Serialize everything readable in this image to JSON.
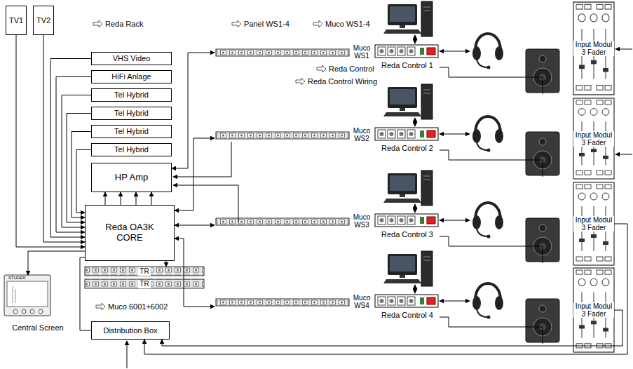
{
  "diagram": {
    "nodes": [
      {
        "text": [
          "TV1"
        ]
      },
      {
        "text": [
          "TV2"
        ]
      },
      {
        "text": [
          "VHS Video"
        ]
      },
      {
        "text": [
          "HiFi Anlage"
        ]
      },
      {
        "text": [
          "Tel Hybrid"
        ]
      },
      {
        "text": [
          "Tel Hybrid"
        ]
      },
      {
        "text": [
          "Tel Hybrid"
        ]
      },
      {
        "text": [
          "Tel Hybrid"
        ]
      },
      {
        "text": [
          "HP Amp"
        ]
      },
      {
        "text": [
          "Reda OA3K CORE"
        ]
      },
      {
        "text": [
          "TR"
        ]
      },
      {
        "text": [
          "TR"
        ]
      },
      {
        "text": [
          "Central Screen"
        ]
      },
      {
        "text": [
          "Distribution Box"
        ]
      },
      {
        "text": [
          "Reda Control 1"
        ]
      },
      {
        "text": [
          "Reda Control 2"
        ]
      },
      {
        "text": [
          "Reda Control 3"
        ]
      },
      {
        "text": [
          "Reda Control 4"
        ]
      },
      {
        "text": [
          "Input Modul 3 Fader"
        ]
      },
      {
        "text": [
          "Input Modul 3 Fader"
        ]
      },
      {
        "text": [
          "Input Modul 3 Fader"
        ]
      },
      {
        "text": [
          "Input Modul 3 Fader"
        ]
      }
    ],
    "edges": [
      {
        "from": 0,
        "to": 9,
        "arrow": "to"
      },
      {
        "from": 1,
        "to": 9,
        "arrow": "to"
      },
      {
        "from": 2,
        "to": 9,
        "arrow": "to"
      },
      {
        "from": 3,
        "to": 9,
        "arrow": "to"
      },
      {
        "from": 4,
        "to": 9,
        "arrow": "to"
      },
      {
        "from": 5,
        "to": 9,
        "arrow": "to"
      },
      {
        "from": 6,
        "to": 9,
        "arrow": "to"
      },
      {
        "from": 7,
        "to": 9,
        "arrow": "to"
      },
      {
        "from": 9,
        "to": 8,
        "arrow": "to"
      },
      {
        "from": 9,
        "to": 12,
        "arrow": "to"
      },
      {
        "from": 9,
        "to": 10,
        "arrow": "to"
      },
      {
        "from": 13,
        "to": 9,
        "arrow": "none"
      },
      {
        "from": 20,
        "to": 13,
        "arrow": "to"
      },
      {
        "from": 21,
        "to": 13,
        "arrow": "to"
      }
    ],
    "labels": [
      "Reda Rack",
      "Panel WS1-4",
      "Muco WS1-4",
      "Reda Control",
      "Reda Control Wiring",
      "Muco 6001+6002",
      "Muco WS1",
      "Muco WS2",
      "Muco WS3",
      "Muco WS4",
      "STUDER"
    ]
  }
}
